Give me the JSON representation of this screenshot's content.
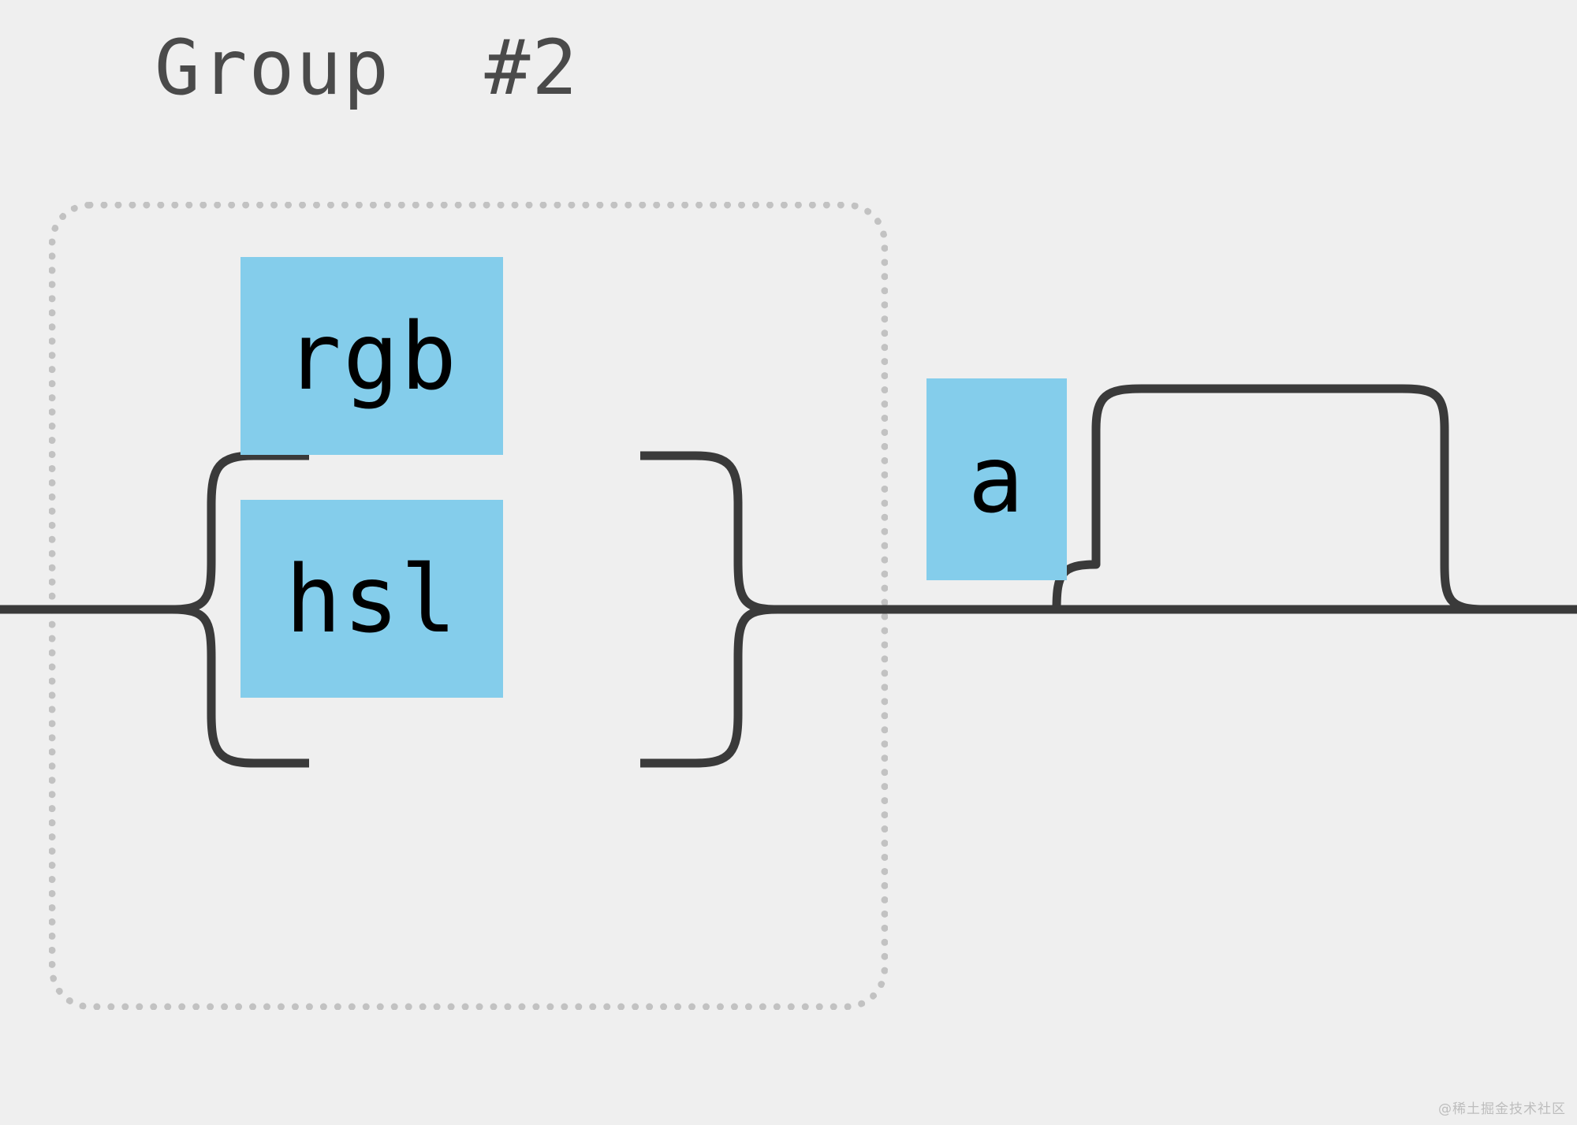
{
  "diagram": {
    "type": "railroad-syntax-diagram",
    "title": "Group  #2",
    "line_color": "#3a3a3a",
    "node_fill": "#84cdeb",
    "node_text_color": "#000000",
    "group_border_color": "#c2c2c2",
    "background_color": "#efefef",
    "title_color": "#4a4a4a"
  },
  "group": {
    "label": "Group  #2",
    "border_style": "dotted",
    "alternatives": [
      {
        "text": "rgb",
        "kind": "terminal"
      },
      {
        "text": "hsl",
        "kind": "terminal"
      }
    ]
  },
  "optional_node": {
    "text": "a",
    "kind": "terminal",
    "optional": true,
    "bypass": "above"
  },
  "watermark": {
    "text": "@稀土掘金技术社区"
  }
}
